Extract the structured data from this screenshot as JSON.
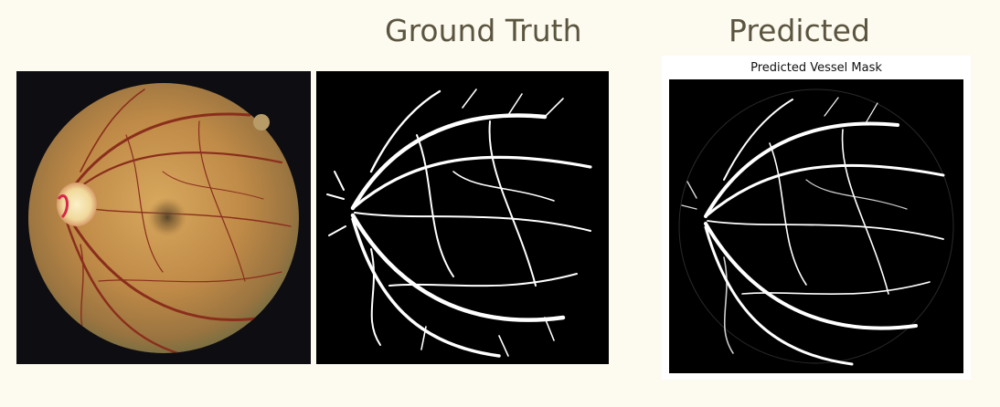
{
  "headings": {
    "ground_truth": "Ground Truth",
    "predicted": "Predicted"
  },
  "figure": {
    "title": "Predicted Vessel Mask"
  },
  "colors": {
    "page_background": "#fdfbf0",
    "heading_text": "#5b5540",
    "fundus_orange": "#c8914a",
    "optic_disc": "#f1e3b4",
    "vessel_red": "#8a2e1c",
    "mask_background": "#000000",
    "mask_vessel": "#ffffff"
  },
  "images": {
    "fundus": "retina-fundus-photo",
    "ground_truth": "ground-truth-vessel-mask",
    "predicted": "predicted-vessel-mask"
  }
}
